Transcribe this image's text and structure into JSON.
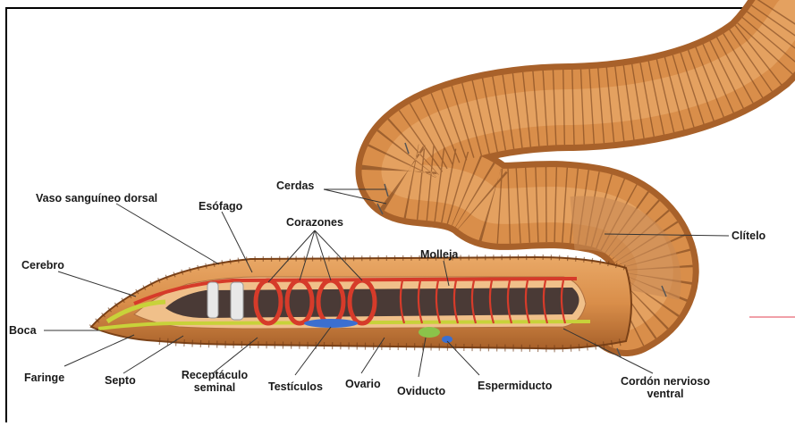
{
  "diagram": {
    "labels": {
      "vaso": "Vaso sanguíneo dorsal",
      "esofago": "Esófago",
      "corazones": "Corazones",
      "cerdas": "Cerdas",
      "cerebro": "Cerebro",
      "molleja": "Molleja",
      "clitelo": "Clítelo",
      "boca": "Boca",
      "faringe": "Faringe",
      "septo": "Septo",
      "receptaculo_1": "Receptáculo",
      "receptaculo_2": "seminal",
      "testiculos": "Testículos",
      "ovario": "Ovario",
      "oviducto": "Oviducto",
      "espermiducto": "Espermiducto",
      "cordon_1": "Cordón nervioso",
      "cordon_2": "ventral"
    },
    "colors": {
      "body": "#d98e4a",
      "body_dark": "#a8612a",
      "gut": "#4a3a36",
      "vessel": "#d63b2a",
      "nerve": "#c8d23a",
      "blue": "#3b6fd0"
    }
  }
}
